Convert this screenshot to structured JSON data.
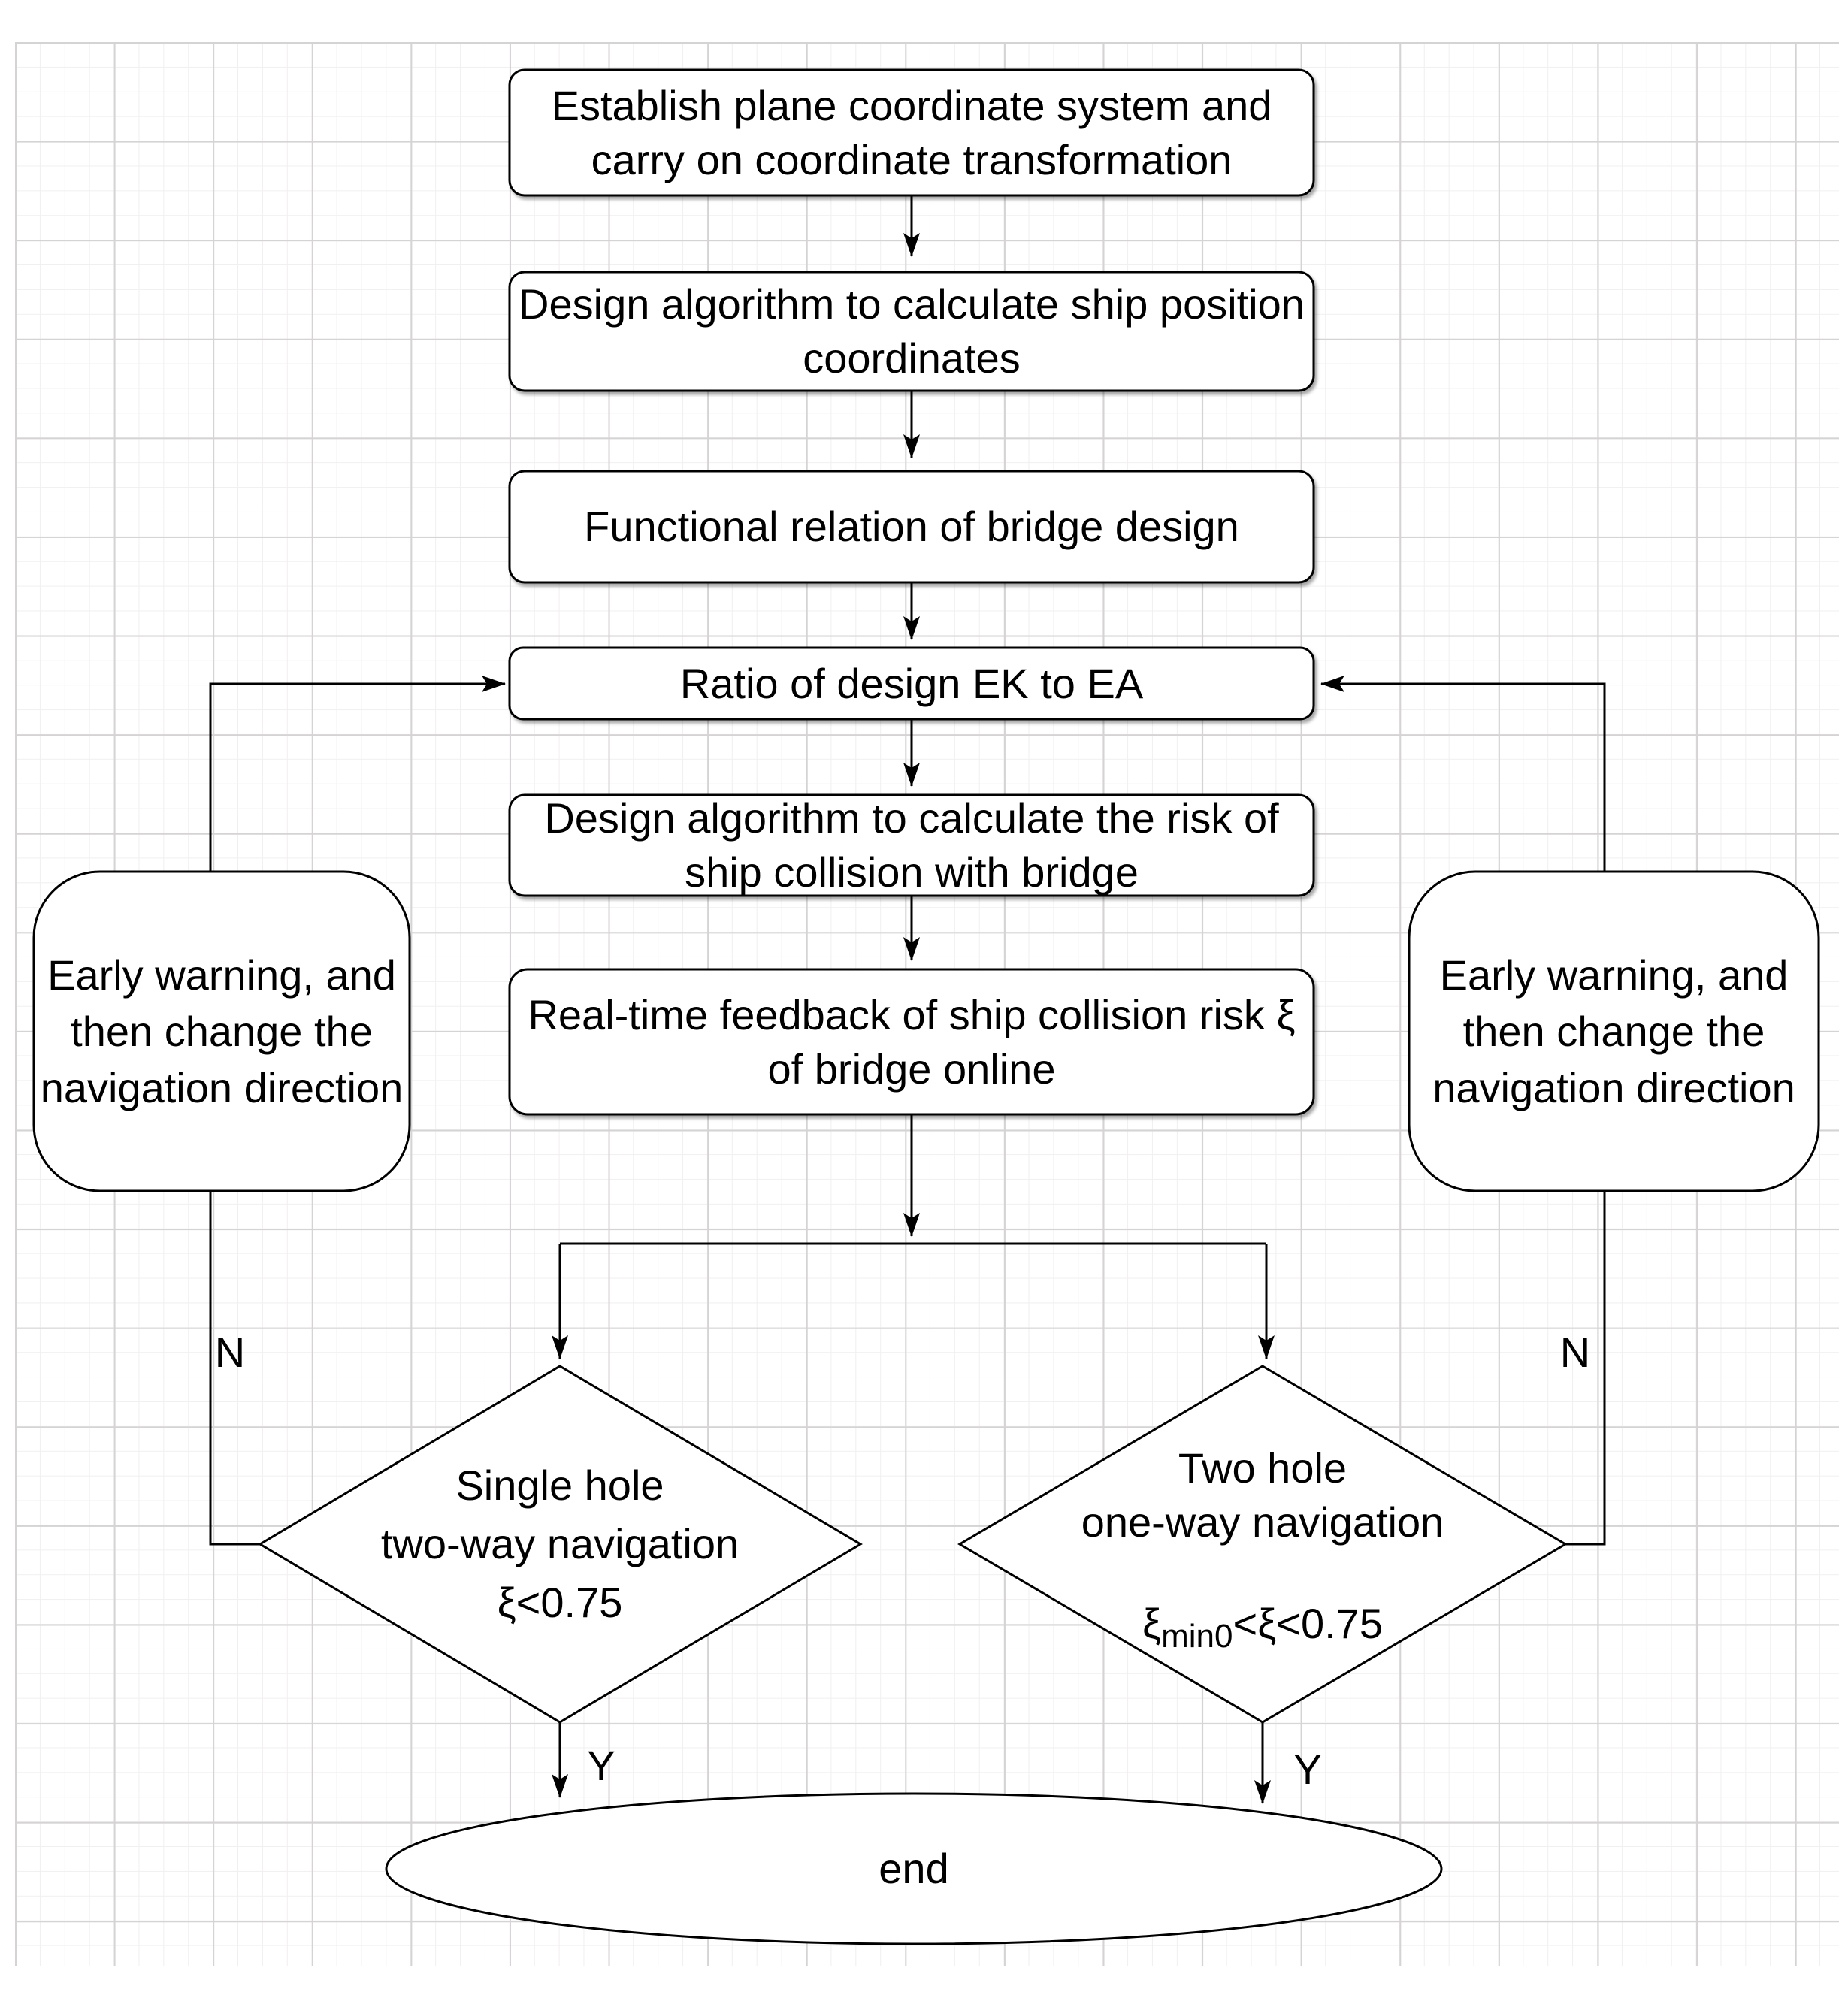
{
  "nodes": {
    "establish": {
      "line1": "Establish plane coordinate system and",
      "line2": "carry on coordinate transformation"
    },
    "ship_position": {
      "line1": "Design algorithm to calculate ship position",
      "line2": "coordinates"
    },
    "functional_relation": {
      "line1": "Functional relation of bridge design"
    },
    "ratio": {
      "line1": "Ratio of design EK to EA"
    },
    "collision_risk_algorithm": {
      "line1": "Design algorithm to calculate the risk of",
      "line2": "ship collision with bridge"
    },
    "realtime_feedback": {
      "line1": "Real-time feedback of ship collision risk ξ",
      "line2": "of bridge online"
    },
    "early_warning_left": {
      "line1": "Early warning, and",
      "line2": "then change the",
      "line3": "navigation direction"
    },
    "early_warning_right": {
      "line1": "Early warning, and",
      "line2": "then change the",
      "line3": "navigation direction"
    },
    "single_hole_decision": {
      "line1": "Single hole",
      "line2": "two-way navigation",
      "line3": "ξ<0.75"
    },
    "two_hole_decision": {
      "line1": "Two hole",
      "line2": "one-way navigation",
      "formula_xi": "ξ",
      "formula_sub": "min0",
      "formula_rest": "<ξ<0.75"
    },
    "end_terminator": {
      "label": "end"
    }
  },
  "edge_labels": {
    "left_no": "N",
    "right_no": "N",
    "left_yes": "Y",
    "right_yes": "Y"
  },
  "colors": {
    "stroke": "#000000",
    "shape_fill": "#ffffff",
    "grid_minor": "#f1eff0",
    "grid_major": "#d5d3d4"
  }
}
